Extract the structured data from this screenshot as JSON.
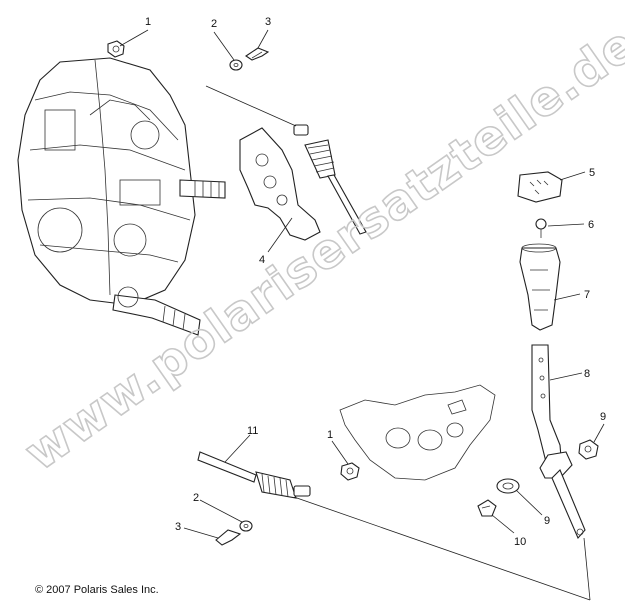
{
  "callouts": {
    "c1_top": "1",
    "c2_top": "2",
    "c3_top": "3",
    "c4": "4",
    "c5": "5",
    "c6": "6",
    "c7": "7",
    "c8": "8",
    "c9_right": "9",
    "c9_lower": "9",
    "c10": "10",
    "c11": "11",
    "c1_lower": "1",
    "c2_lower": "2",
    "c3_lower": "3"
  },
  "watermark": "www.polarisersatzteile.de",
  "copyright": "© 2007 Polaris Sales Inc."
}
